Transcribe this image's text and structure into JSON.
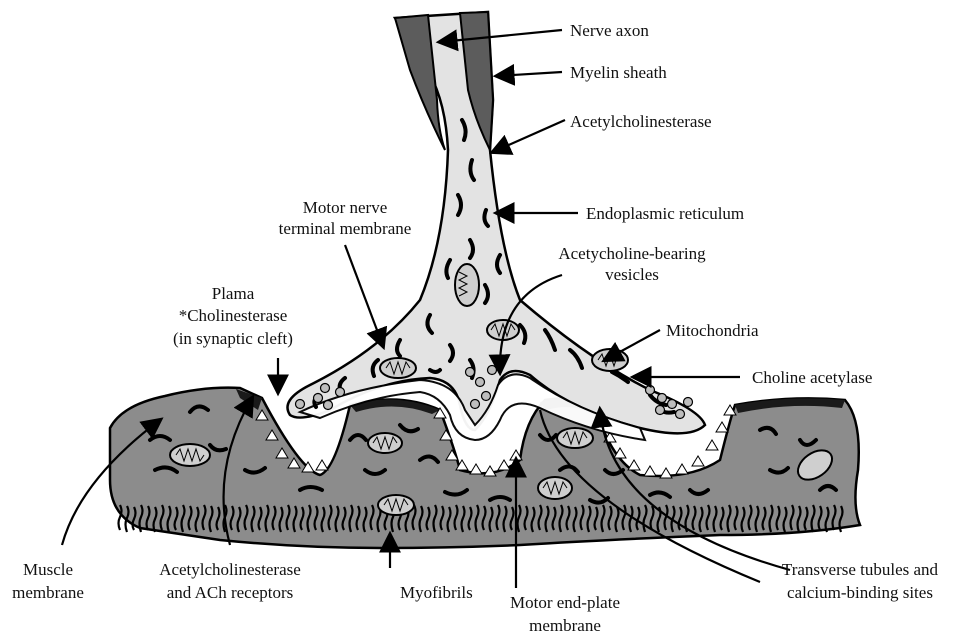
{
  "labels": {
    "nerve_axon": "Nerve axon",
    "myelin_sheath": "Myelin sheath",
    "acetylcholinesterase_top": "Acetylcholinesterase",
    "endoplasmic_reticulum": "Endoplasmic reticulum",
    "motor_nerve_terminal_l1": "Motor nerve",
    "motor_nerve_terminal_l2": "terminal membrane",
    "vesicles_l1": "Acetycholine-bearing",
    "vesicles_l2": "vesicles",
    "plasma_l1": "Plama",
    "plasma_l2": "*Cholinesterase",
    "plasma_l3": "(in synaptic cleft)",
    "mitochondria": "Mitochondria",
    "choline_acetylase": "Choline acetylase",
    "muscle_membrane_l1": "Muscle",
    "muscle_membrane_l2": "membrane",
    "ache_receptors_l1": "Acetylcholinesterase",
    "ache_receptors_l2": "and ACh receptors",
    "myofibrils": "Myofibrils",
    "endplate_l1": "Motor end-plate",
    "endplate_l2": "membrane",
    "tubules_l1": "Transverse tubules and",
    "tubules_l2": "calcium-binding sites"
  },
  "colors": {
    "muscle_fill": "#8c8c8c",
    "nerve_fill": "#e3e3e3",
    "myelin_fill": "#5c5c5c",
    "mitochondria_fill": "#cfcfcf",
    "vesicle_fill": "#bdbdbd",
    "outline": "#000000"
  }
}
